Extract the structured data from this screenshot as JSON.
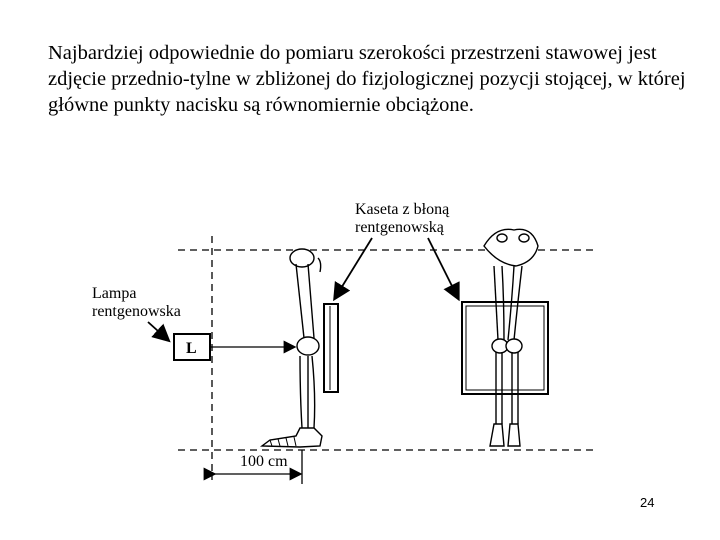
{
  "paragraph": "Najbardziej odpowiednie do pomiaru szerokości przestrzeni stawowej jest zdjęcie przednio-tylne w zbliżonej do fizjologicznej pozycji stojącej, w której główne punkty nacisku są równomiernie obciążone.",
  "figure": {
    "lamp_label_line1": "Lampa",
    "lamp_label_line2": "rentgenowska",
    "lamp_box_letter": "L",
    "cassette_label_line1": "Kaseta z błoną",
    "cassette_label_line2": "rentgenowską",
    "distance_label": "100 cm"
  },
  "page_number": "24"
}
